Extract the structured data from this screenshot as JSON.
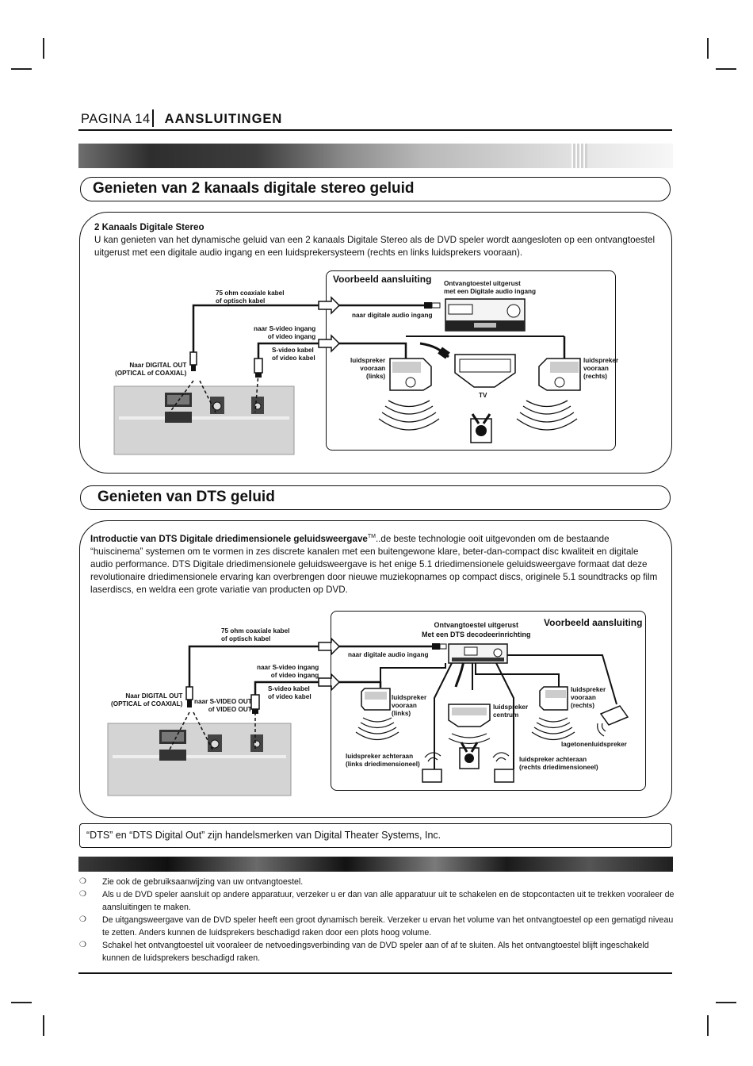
{
  "header": {
    "page_label": "PAGINA 14",
    "section_title": "AANSLUITINGEN"
  },
  "section1": {
    "heading": "Genieten van 2 kanaals digitale stereo geluid",
    "intro_title": "2 Kanaals Digitale Stereo",
    "intro_text": "U kan genieten van het dynamische geluid van een 2 kanaals Digitale Stereo als de DVD speler wordt aangesloten op een ontvangtoestel uitgerust met een digitale audio ingang en een luidsprekersysteem (rechts en links luidsprekers vooraan).",
    "diagram": {
      "example_title": "Voorbeeld aansluiting",
      "receiver": "Ontvangtoestel uitgerust\nmet een Digitale audio ingang",
      "cable": "75 ohm coaxiale kabel\nof optisch kabel",
      "digital_in": "naar digitale audio ingang",
      "svideo_in": "naar S-video ingang\nof video ingang",
      "svideo_cable": "S-video kabel\nof video kabel",
      "digital_out": "Naar DIGITAL OUT\n(OPTICAL of COAXIAL)",
      "left_speaker": "luidspreker\nvooraan\n(links)",
      "right_speaker": "luidspreker\nvooraan\n(rechts)",
      "tv": "TV"
    }
  },
  "section2": {
    "heading": "Genieten van DTS geluid",
    "intro_bold": "Introductie van DTS Digitale driedimensionele geluidsweergave",
    "intro_tm": "TM",
    "intro_text": "..de beste technologie ooit uitgevonden om de bestaande “huiscinema” systemen om te vormen in zes discrete kanalen met een buitengewone klare, beter-dan-compact disc kwaliteit en digitale audio performance. DTS Digitale driedimensionele geluidsweergave is het enige 5.1 driedimensionele geluidsweergave formaat dat deze revolutionaire driedimensionele ervaring kan overbrengen door nieuwe muziekopnames op compact discs, originele 5.1 soundtracks op film laserdiscs, en weldra een grote variatie van producten op DVD.",
    "diagram": {
      "example_title": "Voorbeeld aansluiting",
      "receiver": "Ontvangtoestel uitgerust\nMet een DTS decodeerinrichting",
      "cable": "75 ohm coaxiale kabel\nof optisch kabel",
      "digital_in": "naar digitale audio ingang",
      "svideo_in": "naar S-video ingang\nof video ingang",
      "svideo_cable": "S-video kabel\nof video kabel",
      "digital_out": "Naar DIGITAL OUT\n(OPTICAL of COAXIAL)",
      "svideo_out": "naar S-VIDEO OUT\nof VIDEO OUT",
      "front_left": "luidspreker\nvooraan\n(links)",
      "center": "luidspreker\ncentrum",
      "front_right": "luidspreker\nvooraan\n(rechts)",
      "subwoofer": "lagetonenluidspreker",
      "rear_left": "luidspreker achteraan\n(links driedimensioneel)",
      "rear_right": "luidspreker achteraan\n(rechts driedimensioneel)"
    }
  },
  "trademark": "“DTS” en “DTS Digital Out” zijn handelsmerken van Digital Theater Systems, Inc.",
  "notes": [
    "Zie ook de gebruiksaanwijzing van uw ontvangtoestel.",
    "Als u de DVD speler aansluit op andere apparatuur, verzeker u er dan van alle apparatuur uit te schakelen en de stopcontacten uit te trekken vooraleer de aansluitingen te maken.",
    "De uitgangsweergave van de DVD speler heeft een groot dynamisch bereik. Verzeker u ervan het volume van het ontvangtoestel op een gematigd niveau te zetten. Anders kunnen de luidsprekers beschadigd raken door een plots hoog volume.",
    "Schakel het ontvangtoestel uit vooraleer de netvoedingsverbinding van de DVD speler aan of af  te sluiten. Als het ontvangtoestel blijft ingeschakeld kunnen de luidsprekers beschadigd raken."
  ],
  "note_bullet": "❍"
}
